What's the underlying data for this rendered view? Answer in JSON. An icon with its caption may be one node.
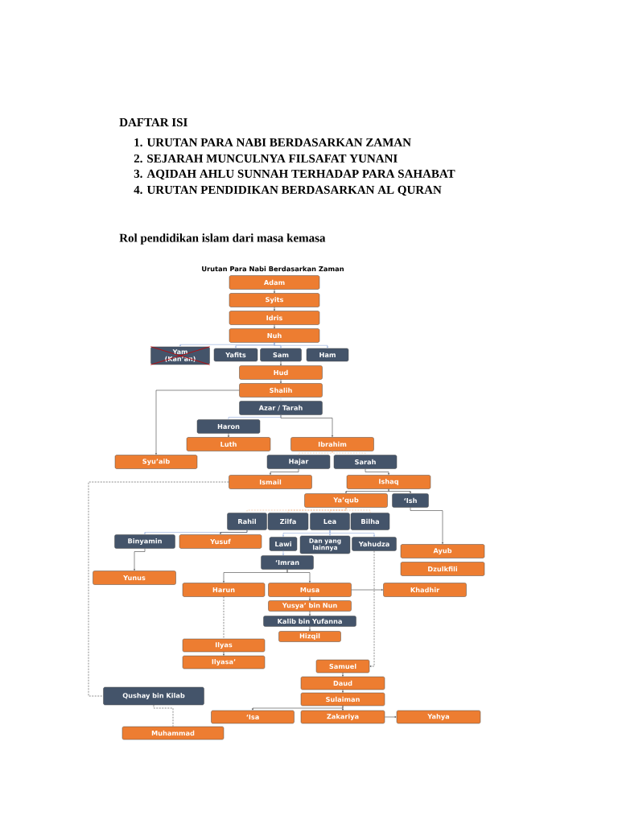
{
  "diagram": {
    "title": "DAFTAR ISI",
    "nodes": [
      {
        "text": [
          "Adam"
        ]
      },
      {
        "text": [
          "Syits"
        ]
      },
      {
        "text": [
          "Idris"
        ]
      },
      {
        "text": [
          "Nuh"
        ]
      },
      {
        "text": [
          "Yam (Kan’an)"
        ]
      },
      {
        "text": [
          "Yafits"
        ]
      },
      {
        "text": [
          "Sam"
        ]
      },
      {
        "text": [
          "Ham"
        ]
      },
      {
        "text": [
          "Hud"
        ]
      },
      {
        "text": [
          "Shalih"
        ]
      },
      {
        "text": [
          "Azar / Tarah"
        ]
      },
      {
        "text": [
          "Haron"
        ]
      },
      {
        "text": [
          "Luth"
        ]
      },
      {
        "text": [
          "Ibrahim"
        ]
      },
      {
        "text": [
          "Syu’aib"
        ]
      },
      {
        "text": [
          "Hajar"
        ]
      },
      {
        "text": [
          "Sarah"
        ]
      },
      {
        "text": [
          "Ismail"
        ]
      },
      {
        "text": [
          "Ishaq"
        ]
      },
      {
        "text": [
          "Ya’qub"
        ]
      },
      {
        "text": [
          "‘Ish"
        ]
      },
      {
        "text": [
          "Rahil"
        ]
      },
      {
        "text": [
          "Zilfa"
        ]
      },
      {
        "text": [
          "Lea"
        ]
      },
      {
        "text": [
          "Bilha"
        ]
      },
      {
        "text": [
          "Binyamin"
        ]
      },
      {
        "text": [
          "Yusuf"
        ]
      },
      {
        "text": [
          "Lawi"
        ]
      },
      {
        "text": [
          "Dan yang lainnya"
        ]
      },
      {
        "text": [
          "Yahudza"
        ]
      },
      {
        "text": [
          "Ayub"
        ]
      },
      {
        "text": [
          "Dzulkfili"
        ]
      },
      {
        "text": [
          "‘Imran"
        ]
      },
      {
        "text": [
          "Yunus"
        ]
      },
      {
        "text": [
          "Harun"
        ]
      },
      {
        "text": [
          "Musa"
        ]
      },
      {
        "text": [
          "Khadhir"
        ]
      },
      {
        "text": [
          "Yusya’ bin Nun"
        ]
      },
      {
        "text": [
          "Kalib bin Yufanna"
        ]
      },
      {
        "text": [
          "Hizqil"
        ]
      },
      {
        "text": [
          "Ilyas"
        ]
      },
      {
        "text": [
          "Ilyasa’"
        ]
      },
      {
        "text": [
          "Samuel"
        ]
      },
      {
        "text": [
          "Daud"
        ]
      },
      {
        "text": [
          "Sulaiman"
        ]
      },
      {
        "text": [
          "Qushay bin Kilab"
        ]
      },
      {
        "text": [
          "‘Isa"
        ]
      },
      {
        "text": [
          "Zakariya"
        ]
      },
      {
        "text": [
          "Yahya"
        ]
      },
      {
        "text": [
          "Muhammad"
        ]
      }
    ],
    "edges": [
      {
        "from": 0,
        "to": 1,
        "arrow": "to"
      },
      {
        "from": 1,
        "to": 2,
        "arrow": "to"
      },
      {
        "from": 2,
        "to": 3,
        "arrow": "to"
      },
      {
        "from": 3,
        "to": 4,
        "arrow": "to",
        "color": "#8eaadb"
      },
      {
        "from": 3,
        "to": 5,
        "arrow": "to",
        "color": "#8eaadb"
      },
      {
        "from": 3,
        "to": 6,
        "arrow": "to",
        "color": "#8eaadb"
      },
      {
        "from": 3,
        "to": 7,
        "arrow": "to",
        "color": "#8eaadb"
      },
      {
        "from": 6,
        "to": 8,
        "arrow": "to"
      },
      {
        "from": 8,
        "to": 9,
        "arrow": "to"
      },
      {
        "from": 9,
        "to": 10,
        "arrow": "none",
        "color": "#c9c9c9"
      },
      {
        "from": 9,
        "to": 14,
        "arrow": "to"
      },
      {
        "from": 10,
        "to": 11,
        "arrow": "none",
        "color": "#8eaadb"
      },
      {
        "from": 10,
        "to": 13,
        "arrow": "to"
      },
      {
        "from": 11,
        "to": 12,
        "arrow": "to"
      },
      {
        "from": 13,
        "to": 15,
        "arrow": "none",
        "style": "dashed",
        "color": "#f4b183"
      },
      {
        "from": 13,
        "to": 16,
        "arrow": "none",
        "style": "dashed",
        "color": "#f4b183"
      },
      {
        "from": 15,
        "to": 17,
        "arrow": "to"
      },
      {
        "from": 16,
        "to": 18,
        "arrow": "to"
      },
      {
        "from": 18,
        "to": 19,
        "arrow": "to"
      },
      {
        "from": 18,
        "to": 20,
        "arrow": "to"
      },
      {
        "from": 19,
        "to": 21,
        "arrow": "none",
        "style": "dashed",
        "color": "#f4b183"
      },
      {
        "from": 19,
        "to": 22,
        "arrow": "none",
        "style": "dashed",
        "color": "#f4b183"
      },
      {
        "from": 19,
        "to": 23,
        "arrow": "none",
        "style": "dashed",
        "color": "#f4b183"
      },
      {
        "from": 19,
        "to": 24,
        "arrow": "none",
        "style": "dashed",
        "color": "#f4b183"
      },
      {
        "from": 21,
        "to": 25,
        "arrow": "to",
        "color": "#8eaadb"
      },
      {
        "from": 21,
        "to": 26,
        "arrow": "to"
      },
      {
        "from": 23,
        "to": 27,
        "arrow": "to",
        "color": "#8eaadb"
      },
      {
        "from": 23,
        "to": 28,
        "arrow": "to",
        "color": "#8eaadb"
      },
      {
        "from": 23,
        "to": 29,
        "arrow": "to",
        "color": "#8eaadb"
      },
      {
        "from": 20,
        "to": 30,
        "arrow": "to"
      },
      {
        "from": 25,
        "to": 33,
        "arrow": "to"
      },
      {
        "from": 27,
        "to": 32,
        "arrow": "to",
        "color": "#8eaadb"
      },
      {
        "from": 32,
        "to": 34,
        "arrow": "to"
      },
      {
        "from": 32,
        "to": 35,
        "arrow": "to"
      },
      {
        "from": 35,
        "to": 36,
        "arrow": "to"
      },
      {
        "from": 35,
        "to": 37,
        "arrow": "to"
      },
      {
        "from": 37,
        "to": 38,
        "arrow": "to"
      },
      {
        "from": 38,
        "to": 39,
        "arrow": "to"
      },
      {
        "from": 34,
        "to": 40,
        "arrow": "none",
        "style": "dashed"
      },
      {
        "from": 40,
        "to": 41,
        "arrow": "to"
      },
      {
        "from": 29,
        "to": 42,
        "arrow": "to",
        "style": "dashed"
      },
      {
        "from": 42,
        "to": 43,
        "arrow": "to"
      },
      {
        "from": 43,
        "to": 44,
        "arrow": "to"
      },
      {
        "from": 44,
        "to": 46,
        "arrow": "to"
      },
      {
        "from": 44,
        "to": 47,
        "arrow": "to"
      },
      {
        "from": 47,
        "to": 48,
        "arrow": "to"
      },
      {
        "from": 17,
        "to": 45,
        "arrow": "none",
        "style": "dashed"
      },
      {
        "from": 45,
        "to": 49,
        "arrow": "none",
        "style": "dashed"
      }
    ],
    "labels": [
      "1. URUTAN PARA NABI BERDASARKAN ZAMAN",
      "2. SEJARAH MUNCULNYA FILSAFAT YUNANI",
      "3. AQIDAH AHLU SUNNAH TERHADAP PARA SAHABAT",
      "4. URUTAN PENDIDIKAN BERDASARKAN AL QURAN",
      "Rol pendidikan islam dari masa kemasa",
      "Urutan Para Nabi Berdasarkan Zaman"
    ]
  }
}
